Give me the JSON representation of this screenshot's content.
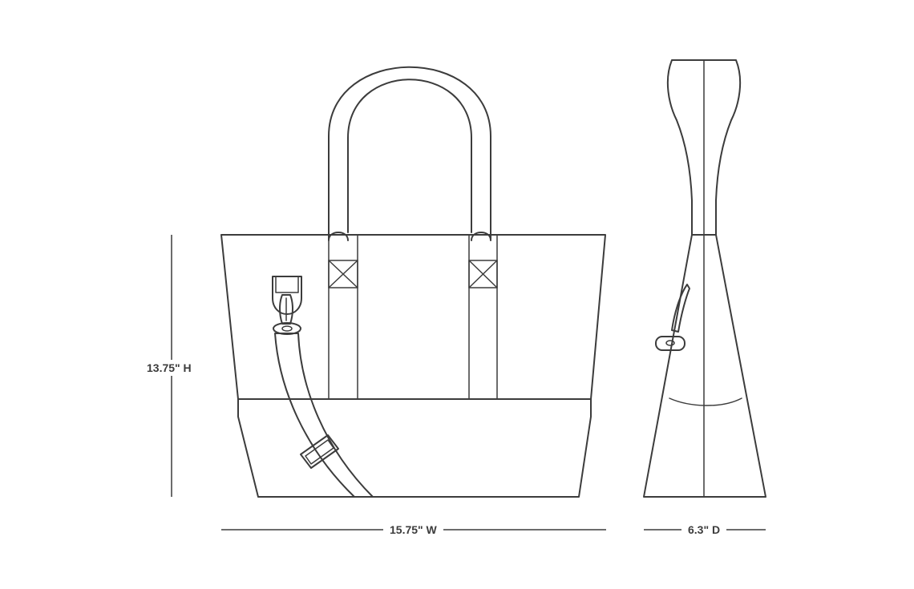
{
  "dimensions": {
    "height": "13.75\" H",
    "width": "15.75\" W",
    "depth": "6.3\" D"
  },
  "colors": {
    "line": "#3c3c3c",
    "background": "#ffffff"
  }
}
